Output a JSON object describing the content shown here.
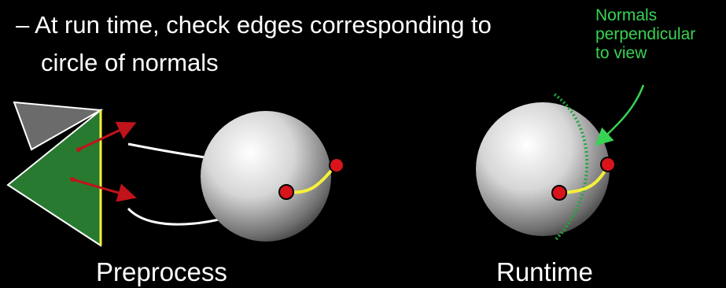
{
  "bullet": {
    "dash": "–",
    "line1": "At run time, check edges corresponding to",
    "line2": "circle of normals"
  },
  "annotation": {
    "line1": "Normals",
    "line2": "perpendicular",
    "line3": "to view"
  },
  "captions": {
    "preprocess": "Preprocess",
    "runtime": "Runtime"
  },
  "colors": {
    "background": "#000000",
    "annotation": "#39d353",
    "edge": "#f5f03a",
    "normal_arrow": "#c0131b",
    "point": "#d9141b"
  }
}
